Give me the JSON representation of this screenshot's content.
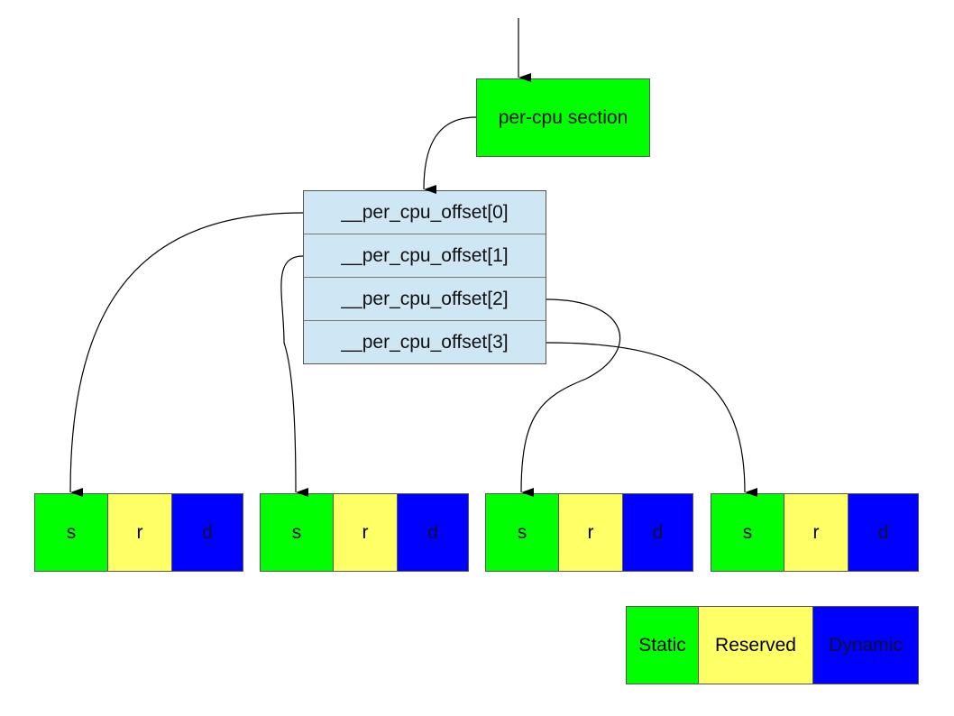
{
  "section": {
    "label": "per-cpu section"
  },
  "offsets": [
    "__per_cpu_offset[0]",
    "__per_cpu_offset[1]",
    "__per_cpu_offset[2]",
    "__per_cpu_offset[3]"
  ],
  "chunks": [
    {
      "s": "s",
      "r": "r",
      "d": "d"
    },
    {
      "s": "s",
      "r": "r",
      "d": "d"
    },
    {
      "s": "s",
      "r": "r",
      "d": "d"
    },
    {
      "s": "s",
      "r": "r",
      "d": "d"
    }
  ],
  "legend": {
    "static": "Static",
    "reserved": "Reserved",
    "dynamic": "Dynamic"
  },
  "colors": {
    "static": "#00ff00",
    "reserved": "#ffff66",
    "dynamic": "#0000ff",
    "offset_table": "#cfe6f4"
  }
}
